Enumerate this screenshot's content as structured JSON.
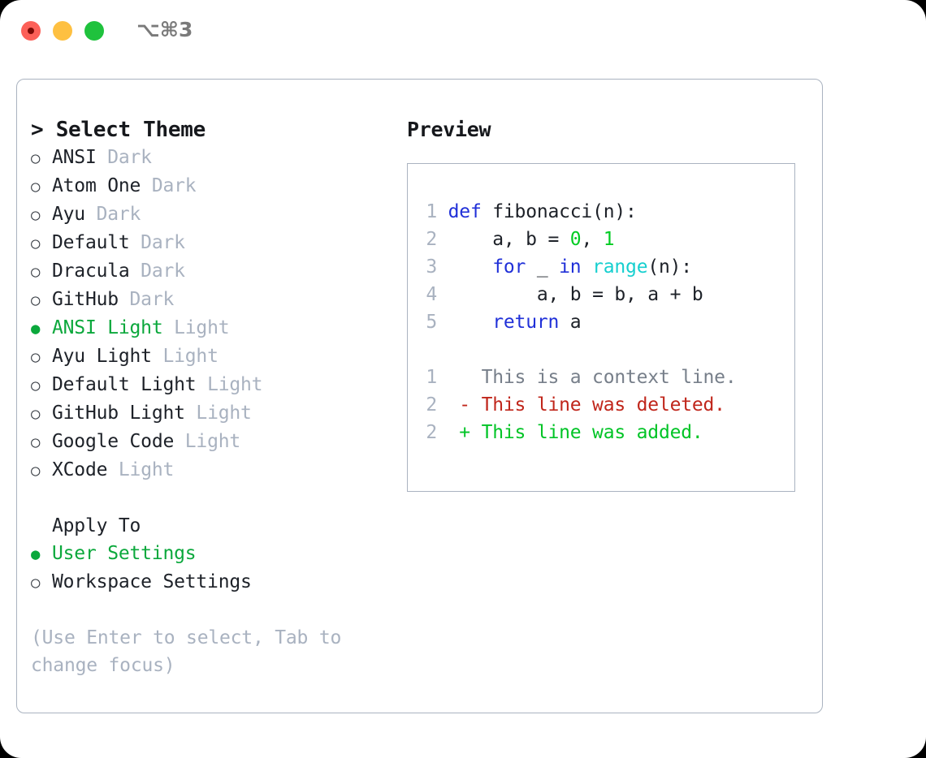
{
  "titlebar": {
    "shortcut": "⌥⌘3",
    "buttons": {
      "close": "close",
      "minimize": "minimize",
      "maximize": "maximize"
    }
  },
  "accent_color": "#0ba83c",
  "border_color": "#aab3c0",
  "left": {
    "heading": "> Select Theme",
    "markers": {
      "selected": "●",
      "unselected": "○"
    },
    "themes": [
      {
        "name": "ANSI",
        "category": "Dark",
        "selected": false
      },
      {
        "name": "Atom One",
        "category": "Dark",
        "selected": false
      },
      {
        "name": "Ayu",
        "category": "Dark",
        "selected": false
      },
      {
        "name": "Default",
        "category": "Dark",
        "selected": false
      },
      {
        "name": "Dracula",
        "category": "Dark",
        "selected": false
      },
      {
        "name": "GitHub",
        "category": "Dark",
        "selected": false
      },
      {
        "name": "ANSI Light",
        "category": "Light",
        "selected": true
      },
      {
        "name": "Ayu Light",
        "category": "Light",
        "selected": false
      },
      {
        "name": "Default Light",
        "category": "Light",
        "selected": false
      },
      {
        "name": "GitHub Light",
        "category": "Light",
        "selected": false
      },
      {
        "name": "Google Code",
        "category": "Light",
        "selected": false
      },
      {
        "name": "XCode",
        "category": "Light",
        "selected": false
      }
    ],
    "apply_to": {
      "heading": "Apply To",
      "options": [
        {
          "label": "User Settings",
          "selected": true
        },
        {
          "label": "Workspace Settings",
          "selected": false
        }
      ]
    },
    "hint": "(Use Enter to select, Tab to change focus)"
  },
  "right": {
    "heading": "Preview",
    "code": {
      "lines": [
        {
          "num": "1",
          "tokens": [
            {
              "t": "def",
              "c": "kw"
            },
            {
              "t": " fibonacci(n):",
              "c": "txt"
            }
          ]
        },
        {
          "num": "2",
          "tokens": [
            {
              "t": "    a, b = ",
              "c": "txt"
            },
            {
              "t": "0",
              "c": "num"
            },
            {
              "t": ", ",
              "c": "txt"
            },
            {
              "t": "1",
              "c": "num"
            }
          ]
        },
        {
          "num": "3",
          "tokens": [
            {
              "t": "    ",
              "c": "txt"
            },
            {
              "t": "for",
              "c": "kw"
            },
            {
              "t": " _ ",
              "c": "txt"
            },
            {
              "t": "in",
              "c": "kw"
            },
            {
              "t": " ",
              "c": "txt"
            },
            {
              "t": "range",
              "c": "fn"
            },
            {
              "t": "(n):",
              "c": "txt"
            }
          ]
        },
        {
          "num": "4",
          "tokens": [
            {
              "t": "        a, b = b, a + b",
              "c": "txt"
            }
          ]
        },
        {
          "num": "5",
          "tokens": [
            {
              "t": "    ",
              "c": "txt"
            },
            {
              "t": "return",
              "c": "kw"
            },
            {
              "t": " a",
              "c": "txt"
            }
          ]
        }
      ]
    },
    "diff": {
      "lines": [
        {
          "num": "1",
          "marker": " ",
          "text": "This is a context line.",
          "kind": "ctx"
        },
        {
          "num": "2",
          "marker": "-",
          "text": "This line was deleted.",
          "kind": "del"
        },
        {
          "num": "2",
          "marker": "+",
          "text": "This line was added.",
          "kind": "add"
        }
      ]
    }
  }
}
